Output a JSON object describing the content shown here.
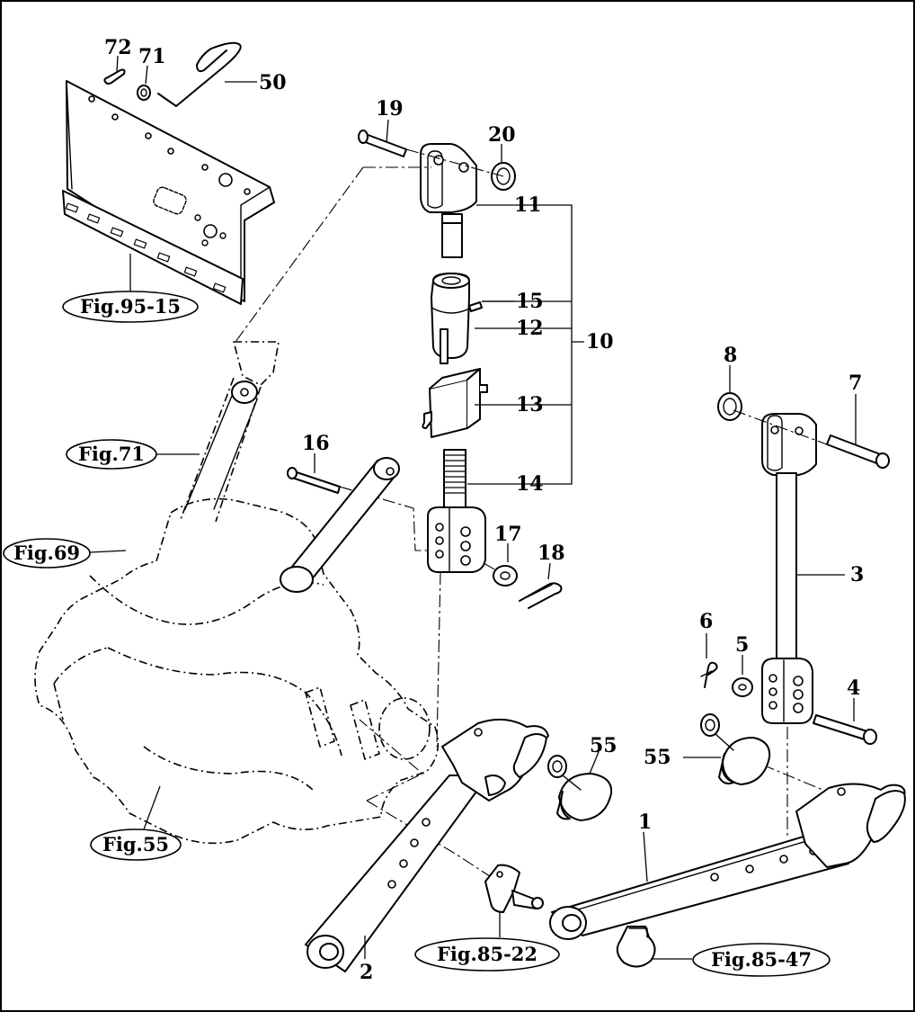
{
  "diagram": {
    "part_numbers": {
      "p1": "1",
      "p2": "2",
      "p3": "3",
      "p4": "4",
      "p5": "5",
      "p6": "6",
      "p7": "7",
      "p8": "8",
      "p10": "10",
      "p11": "11",
      "p12": "12",
      "p13": "13",
      "p14": "14",
      "p15": "15",
      "p16": "16",
      "p17": "17",
      "p18": "18",
      "p19": "19",
      "p20": "20",
      "p50": "50",
      "p55a": "55",
      "p55b": "55",
      "p71": "71",
      "p72": "72"
    },
    "figure_refs": {
      "fig95_15": "Fig.95-15",
      "fig71": "Fig.71",
      "fig69": "Fig.69",
      "fig55": "Fig.55",
      "fig85_22": "Fig.85-22",
      "fig85_47": "Fig.85-47"
    }
  }
}
